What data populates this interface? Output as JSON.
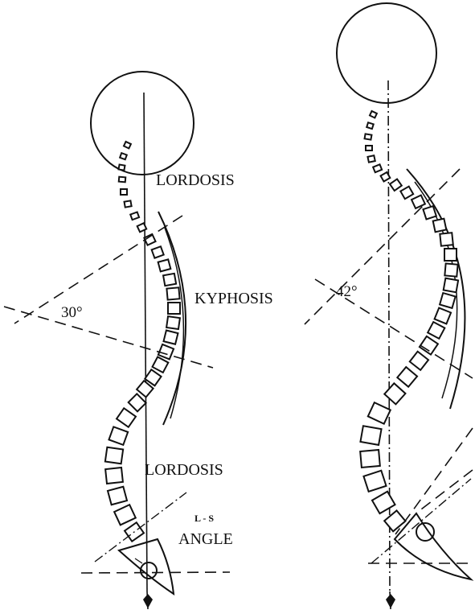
{
  "left_figure": {
    "labels": {
      "upper_lordosis": "LORDOSIS",
      "kyphosis": "KYPHOSIS",
      "lower_lordosis": "LORDOSIS",
      "ls_top": "L - S",
      "ls_bottom": "ANGLE"
    },
    "kyphosis_angle": "30°"
  },
  "right_figure": {
    "kyphosis_angle": "42°"
  }
}
